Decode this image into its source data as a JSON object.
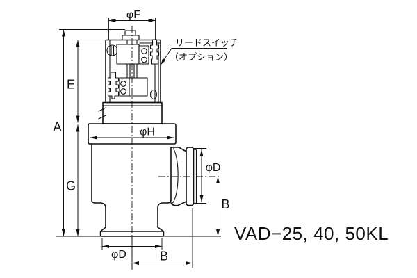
{
  "drawing": {
    "model_label": "VAD−25, 40, 50KL",
    "annotation": {
      "line1": "リードスイッチ",
      "line2": "（オプション）"
    },
    "dimensions": {
      "overall_height": "A",
      "actuator_height": "E",
      "body_height": "G",
      "port_center_height": "B",
      "port_center_offset": "B",
      "actuator_diameter": "φF",
      "body_flange_diameter": "φH",
      "port_flange_diameter": "φD",
      "bottom_flange_diameter": "φD"
    },
    "colors": {
      "line": "#111111",
      "background": "#ffffff"
    }
  }
}
